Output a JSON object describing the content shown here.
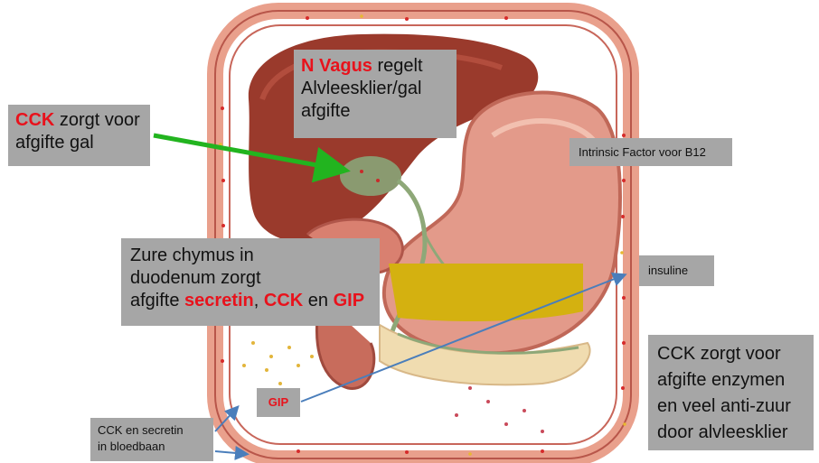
{
  "labels": {
    "vagus": {
      "highlight": "N Vagus",
      "text1": " regelt",
      "line2": "Alvleesklier/gal",
      "line3": "afgifte"
    },
    "cck_gal": {
      "highlight": "CCK",
      "text1": " zorgt voor",
      "line2": "afgifte gal"
    },
    "intrinsic": "Intrinsic Factor voor B12",
    "chymus": {
      "line1": "Zure chymus in",
      "line2": "duodenum zorgt",
      "prefix": "afgifte ",
      "secretin": "secretin",
      "sep1": ", ",
      "cck": "CCK",
      "sep2": " en ",
      "gip": "GIP"
    },
    "insuline": "insuline",
    "gip": "GIP",
    "cck_secretin": {
      "line1": "CCK en secretin",
      "line2": "in bloedbaan"
    },
    "enzymen": {
      "line1": "CCK zorgt voor",
      "line2": "afgifte enzymen",
      "line3": "en veel anti-zuur",
      "line4": "door alvleesklier"
    }
  },
  "colors": {
    "box": "#a6a6a6",
    "highlight": "#e8121c",
    "green_arrow": "#22b41f",
    "blue_arrow": "#4a7ebb",
    "vessel": "#e9a08c",
    "liver": "#9a3a2c",
    "stomach": "#e39a8a",
    "bile": "#d4b110"
  }
}
